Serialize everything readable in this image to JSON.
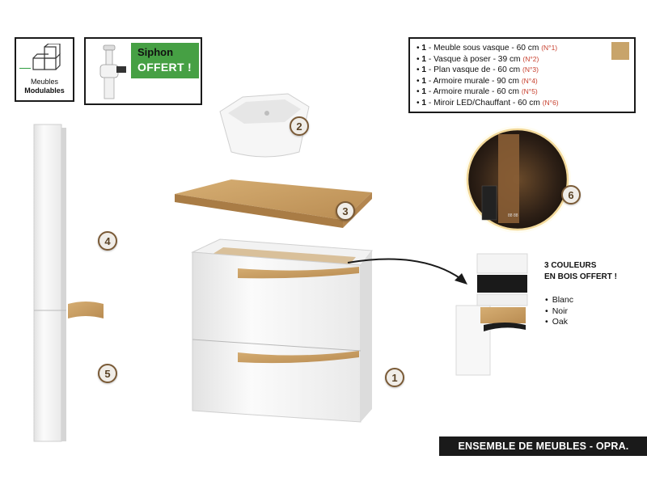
{
  "badges": {
    "modulable_line1": "Meubles",
    "modulable_line2": "Modulables",
    "siphon_title": "Siphon",
    "siphon_offer": "OFFERT !"
  },
  "contents": {
    "items": [
      {
        "qty": "1",
        "desc": " - Meuble sous vasque - 60 cm ",
        "ref": "(N°1)"
      },
      {
        "qty": "1",
        "desc": " - Vasque à poser - 39 cm ",
        "ref": "(N°2)"
      },
      {
        "qty": "1",
        "desc": " - Plan vasque de - 60 cm ",
        "ref": "(N°3)"
      },
      {
        "qty": "1",
        "desc": " - Armoire murale - 90 cm ",
        "ref": "(N°4)"
      },
      {
        "qty": "1",
        "desc": " - Armoire murale - 60 cm ",
        "ref": "(N°5)"
      },
      {
        "qty": "1",
        "desc": " - Miroir LED/Chauffant - 60 cm ",
        "ref": "(N°6)"
      }
    ],
    "swatch_color": "#c8a46a"
  },
  "markers": [
    "1",
    "2",
    "3",
    "4",
    "5",
    "6"
  ],
  "colors_offer": {
    "title_line1": "3 COULEURS",
    "title_line2": "EN BOIS OFFERT !",
    "options": [
      "Blanc",
      "Noir",
      "Oak"
    ]
  },
  "footer": {
    "banner": "ENSEMBLE DE MEUBLES - OPRA."
  },
  "palette": {
    "oak": "#c8a46a",
    "marker_border": "#7a5a36",
    "siphon_green": "#46a044",
    "red_ref": "#c8412f"
  }
}
